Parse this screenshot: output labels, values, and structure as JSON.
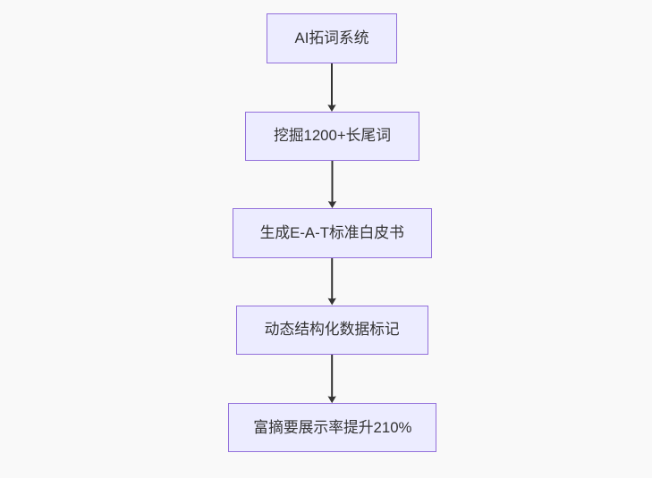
{
  "diagram": {
    "type": "flowchart",
    "direction": "top-down",
    "nodes": [
      {
        "id": "step-1",
        "label": "AI拓词系统"
      },
      {
        "id": "step-2",
        "label": "挖掘1200+长尾词"
      },
      {
        "id": "step-3",
        "label": "生成E-A-T标准白皮书"
      },
      {
        "id": "step-4",
        "label": "动态结构化数据标记"
      },
      {
        "id": "step-5",
        "label": "富摘要展示率提升210%"
      }
    ],
    "edges": [
      {
        "from": 0,
        "to": 1
      },
      {
        "from": 1,
        "to": 2
      },
      {
        "from": 2,
        "to": 3
      },
      {
        "from": 3,
        "to": 4
      }
    ],
    "colors": {
      "background": "#F9F9F9",
      "node_fill": "#ECECFF",
      "node_border": "#9370DB",
      "edge": "#333333",
      "text": "#333333"
    }
  }
}
